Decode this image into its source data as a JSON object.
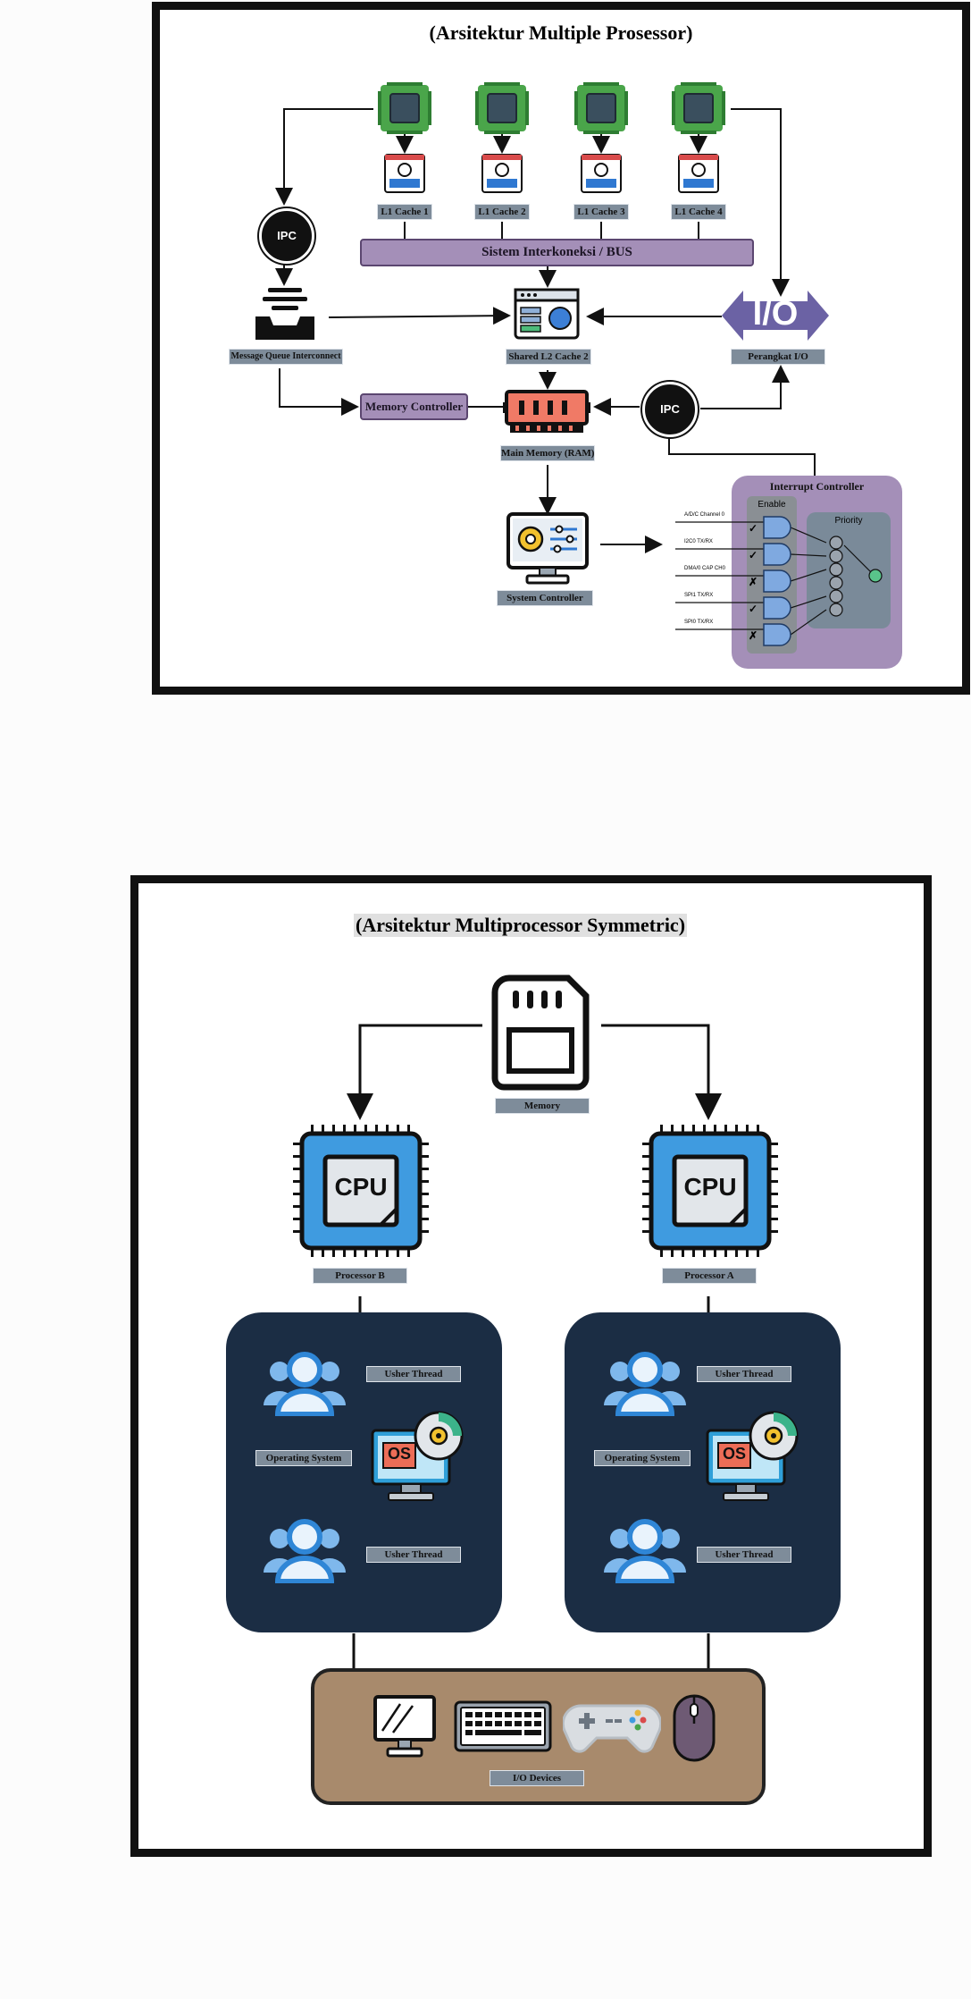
{
  "diagram1": {
    "title": "(Arsitektur Multiple Prosessor)",
    "l1_caches": [
      "L1 Cache 1",
      "L1 Cache 2",
      "L1 Cache 3",
      "L1 Cache 4"
    ],
    "bus": "Sistem Interkoneksi / BUS",
    "ipc_label": "IPC",
    "message_queue": "Message Queue Interconnect",
    "shared_l2": "Shared L2 Cache 2",
    "io_icon_text": "I/O",
    "io_device": "Perangkat I/O",
    "memory_controller": "Memory Controller",
    "main_memory": "Main Memory (RAM)",
    "system_controller": "System Controller",
    "interrupt_controller": {
      "title": "Interrupt Controller",
      "enable_label": "Enable",
      "priority_label": "Priority",
      "channels": [
        {
          "name": "A/D/C Channel 0",
          "mark": "✓"
        },
        {
          "name": "I2C0 TX/RX",
          "mark": "✓"
        },
        {
          "name": "DMA/0 CAP CH0",
          "mark": "✗"
        },
        {
          "name": "SPI1 TX/RX",
          "mark": "✓"
        },
        {
          "name": "SPI0 TX/RX",
          "mark": "✗"
        }
      ]
    }
  },
  "diagram2": {
    "title": "(Arsitektur Multiprocessor Symmetric)",
    "memory": "Memory",
    "cpu_text": "CPU",
    "processor_b": "Processor B",
    "processor_a": "Processor A",
    "user_thread": "Usher Thread",
    "operating_system": "Operating System",
    "os_icon_text": "OS",
    "io_devices": "I/O Devices"
  },
  "colors": {
    "frame": "#111111",
    "label_bg": "#7e8c9a",
    "purple": "#a48fb8",
    "panel": "#1b2d44",
    "io_box": "#a88a6c",
    "cpu_blue": "#3f9be0",
    "ram_red": "#f07a66"
  }
}
